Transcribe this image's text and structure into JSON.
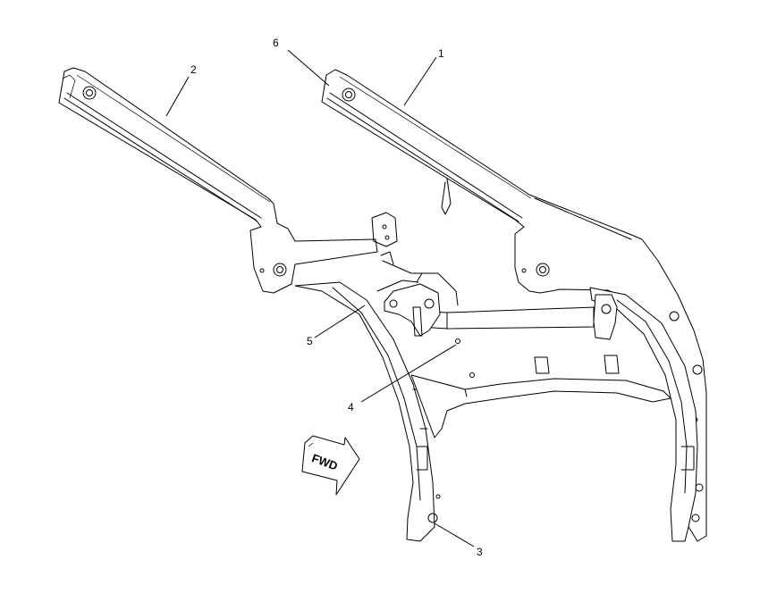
{
  "callouts": [
    {
      "id": "1",
      "label": "1"
    },
    {
      "id": "2",
      "label": "2"
    },
    {
      "id": "3",
      "label": "3"
    },
    {
      "id": "4",
      "label": "4"
    },
    {
      "id": "5",
      "label": "5"
    },
    {
      "id": "6",
      "label": "6"
    }
  ],
  "direction_marker": {
    "label": "FWD",
    "icon": "forward-arrow-icon"
  }
}
